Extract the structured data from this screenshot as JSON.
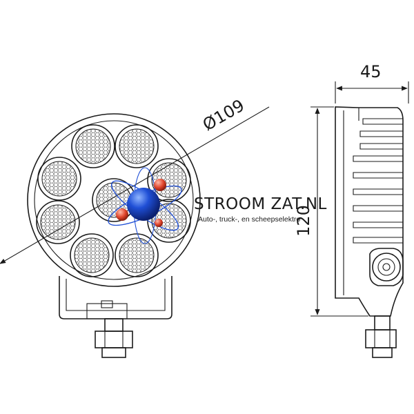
{
  "dimensions": {
    "diameter": "Ø109",
    "depth": "45",
    "height": "120"
  },
  "watermark": {
    "brand": "STROOM ZAT.NL",
    "tagline": "Auto-, truck-, en scheepselektro",
    "colors": {
      "sphere": "#1f4fd6",
      "atoms": "#e0452c",
      "text": "#1a1a1a"
    },
    "icon": "atom-logo-icon"
  }
}
